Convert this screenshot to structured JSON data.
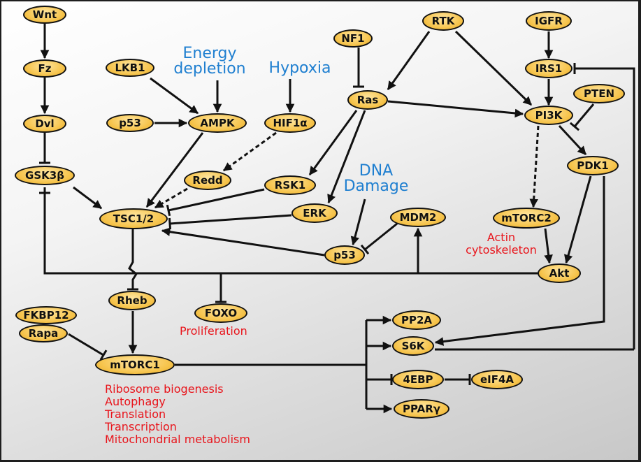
{
  "nodes": {
    "wnt": "Wnt",
    "fz": "Fz",
    "dvl": "Dvl",
    "gsk3b": "GSK3β",
    "lkb1": "LKB1",
    "p53_top": "p53",
    "ampk": "AMPK",
    "hif1a": "HIF1α",
    "redd": "Redd",
    "tsc": "TSC1/2",
    "rsk1": "RSK1",
    "erk": "ERK",
    "nf1": "NF1",
    "ras": "Ras",
    "rtk": "RTK",
    "igfr": "IGFR",
    "irs1": "IRS1",
    "pten": "PTEN",
    "pi3k": "PI3K",
    "pdk1": "PDK1",
    "mtorc2": "mTORC2",
    "akt": "Akt",
    "mdm2": "MDM2",
    "p53_mid": "p53",
    "rheb": "Rheb",
    "foxo": "FOXO",
    "fkbp12": "FKBP12",
    "rapa": "Rapa",
    "mtorc1": "mTORC1",
    "pp2a": "PP2A",
    "s6k": "S6K",
    "4ebp": "4EBP",
    "eif4a": "eIF4A",
    "ppary": "PPARγ"
  },
  "stimuli": {
    "energy_line1": "Energy",
    "energy_line2": "depletion",
    "hypoxia": "Hypoxia",
    "dna_line1": "DNA",
    "dna_line2": "Damage"
  },
  "outputs": {
    "actin_line1": "Actin",
    "actin_line2": "cytoskeleton",
    "proliferation": "Proliferation",
    "mtorc1_effects": [
      "Ribosome biogenesis",
      "Autophagy",
      "Translation",
      "Transcription",
      "Mitochondrial metabolism"
    ]
  },
  "colors": {
    "node_fill": "#f6c34a",
    "stimulus_text": "#1f7fd0",
    "output_text": "#e8141b",
    "edge": "#111111"
  }
}
